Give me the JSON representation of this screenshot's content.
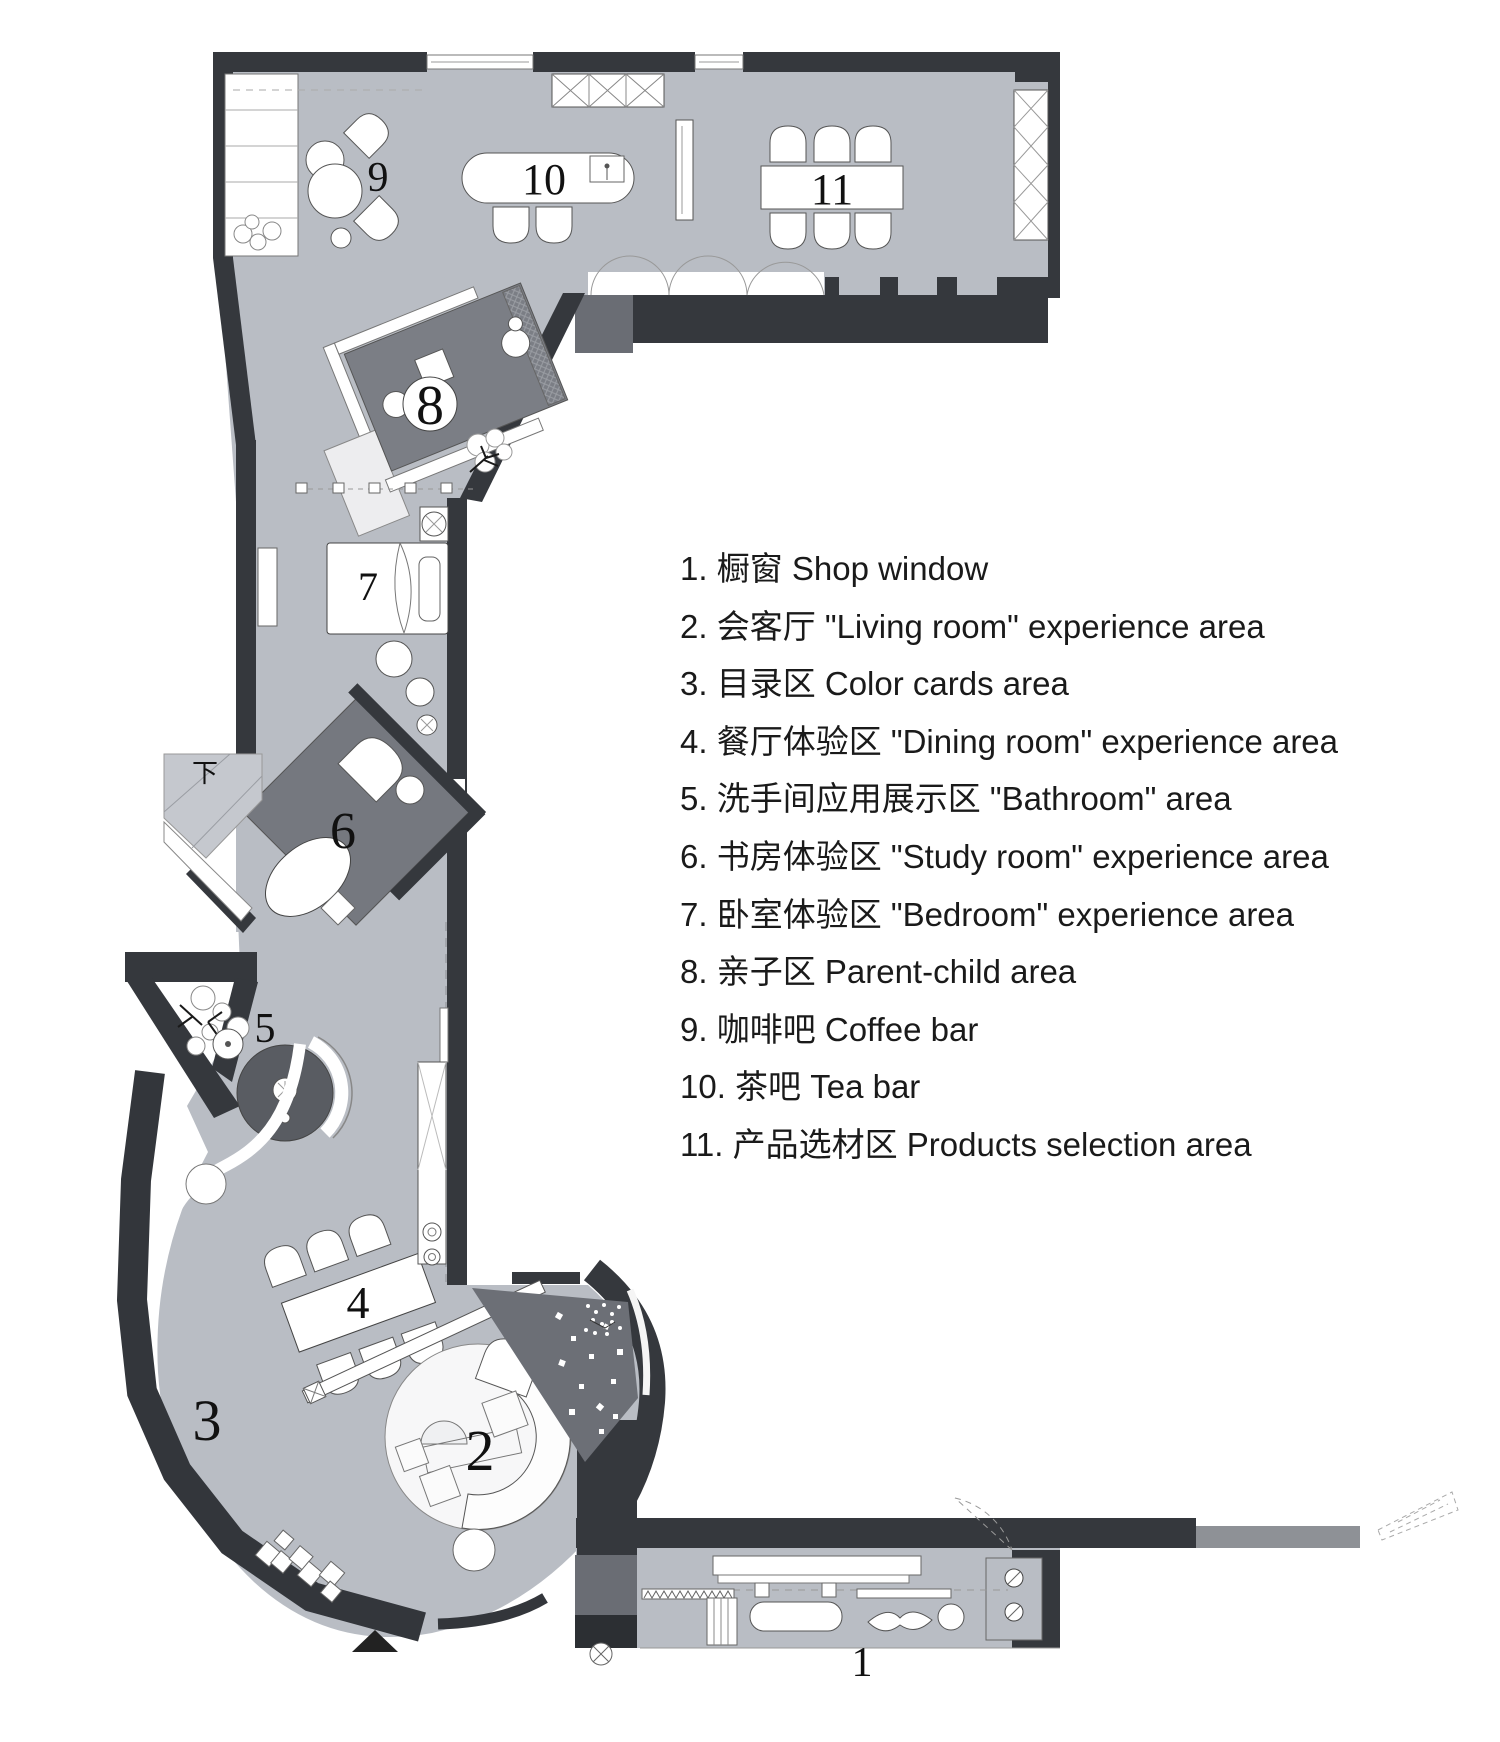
{
  "legend": {
    "items": [
      "1. 橱窗 Shop window",
      "2. 会客厅 \"Living room\" experience area",
      "3. 目录区 Color cards area",
      "4. 餐厅体验区 \"Dining room\" experience area",
      "5. 洗手间应用展示区 \"Bathroom\" area",
      "6. 书房体验区 \"Study room\" experience area",
      "7. 卧室体验区 \"Bedroom\" experience area",
      "8. 亲子区 Parent-child area",
      "9. 咖啡吧 Coffee bar",
      "10. 茶吧 Tea bar",
      "11. 产品选材区 Products selection area"
    ]
  },
  "plan": {
    "area_labels": [
      "1",
      "2",
      "3",
      "4",
      "5",
      "6",
      "7",
      "8",
      "9",
      "10",
      "11"
    ],
    "stairs_label": "下",
    "colors": {
      "floor": "#b9bdc4",
      "wall_dark": "#35383d",
      "platform_gray": "#7b7e85",
      "study_gray": "#75787f",
      "triangle_gray": "#6c6f76",
      "pod_gray": "#595c62",
      "stairs_gray": "#c5c8ce",
      "text": "#1a1a1a"
    }
  }
}
